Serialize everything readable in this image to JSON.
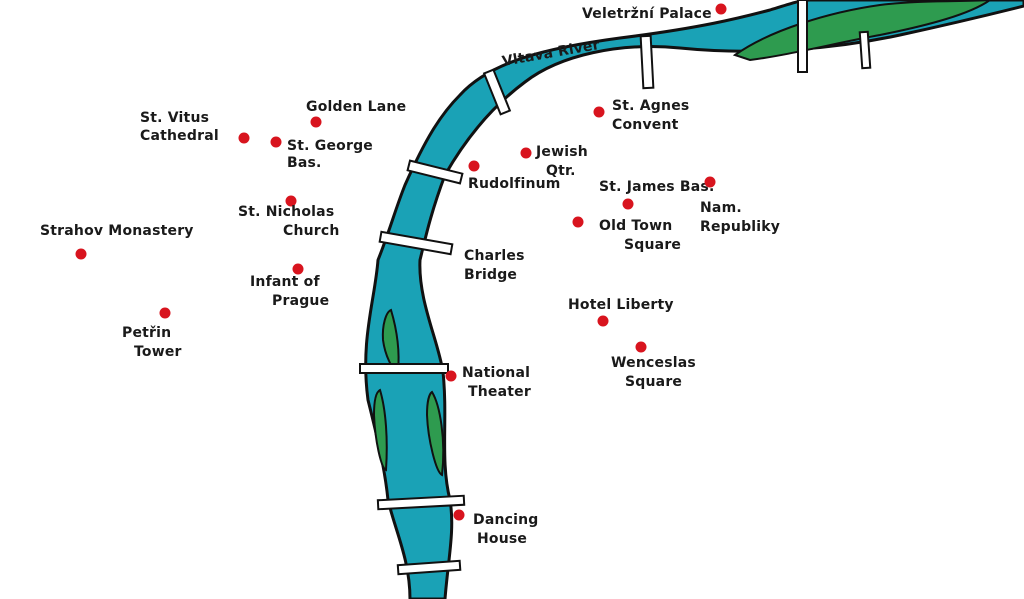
{
  "map": {
    "river": {
      "name": "Vltava River"
    },
    "colors": {
      "water": "#1aa2b6",
      "island": "#2e9b4f",
      "outline": "#111111",
      "poi": "#d8141e",
      "background": "#ffffff",
      "bridge": "#ffffff"
    },
    "places": [
      {
        "id": "veletrzni-palace",
        "label": "Veletržní Palace"
      },
      {
        "id": "golden-lane",
        "label": "Golden Lane"
      },
      {
        "id": "st-vitus-cathedral",
        "label": "St. Vitus Cathedral",
        "lines": [
          "St. Vitus",
          "Cathedral"
        ]
      },
      {
        "id": "st-george-bas",
        "label": "St. George Bas.",
        "lines": [
          "St. George",
          "Bas."
        ]
      },
      {
        "id": "st-agnes-convent",
        "label": "St. Agnes Convent",
        "lines": [
          "St. Agnes",
          "Convent"
        ]
      },
      {
        "id": "jewish-qtr",
        "label": "Jewish Qtr.",
        "lines": [
          "Jewish",
          "Qtr."
        ]
      },
      {
        "id": "rudolfinum",
        "label": "Rudolfinum"
      },
      {
        "id": "st-james-bas",
        "label": "St. James Bas."
      },
      {
        "id": "nam-republiky",
        "label": "Nam. Republiky",
        "lines": [
          "Nam.",
          "Republiky"
        ]
      },
      {
        "id": "st-nicholas-church",
        "label": "St. Nicholas Church",
        "lines": [
          "St. Nicholas",
          "Church"
        ]
      },
      {
        "id": "strahov-monastery",
        "label": "Strahov Monastery"
      },
      {
        "id": "old-town-square",
        "label": "Old Town Square",
        "lines": [
          "Old Town",
          "Square"
        ]
      },
      {
        "id": "charles-bridge",
        "label": "Charles Bridge",
        "lines": [
          "Charles",
          "Bridge"
        ]
      },
      {
        "id": "infant-of-prague",
        "label": "Infant of Prague",
        "lines": [
          "Infant of",
          "Prague"
        ]
      },
      {
        "id": "hotel-liberty",
        "label": "Hotel Liberty"
      },
      {
        "id": "petrin-tower",
        "label": "Petřin Tower",
        "lines": [
          "Petřin",
          "Tower"
        ]
      },
      {
        "id": "wenceslas-square",
        "label": "Wenceslas Square",
        "lines": [
          "Wenceslas",
          "Square"
        ]
      },
      {
        "id": "national-theater",
        "label": "National Theater",
        "lines": [
          "National",
          "Theater"
        ]
      },
      {
        "id": "dancing-house",
        "label": "Dancing House",
        "lines": [
          "Dancing",
          "House"
        ]
      }
    ]
  }
}
